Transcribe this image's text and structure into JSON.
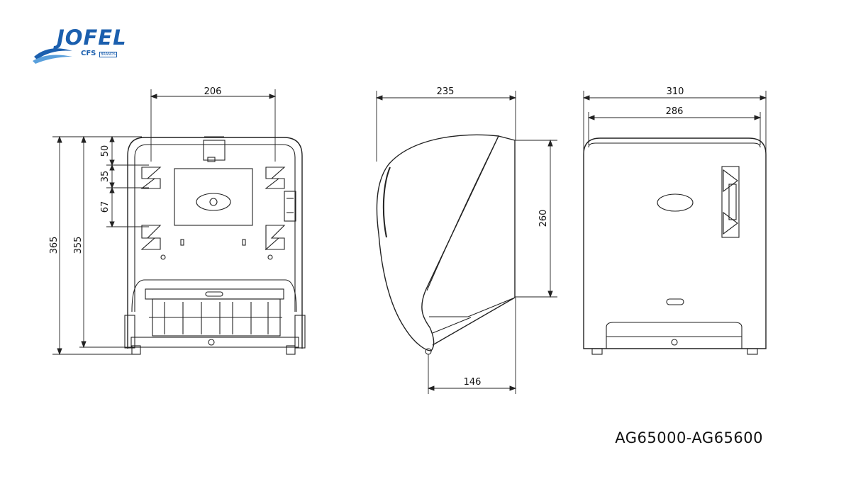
{
  "brand": {
    "name": "JOFEL",
    "sub": "CFS",
    "sub_small": "BRANDS",
    "color": "#1b5fae"
  },
  "model_code": "AG65000-AG65600",
  "dimensions": {
    "back_width": "206",
    "back_height_total": "365",
    "back_height_inner": "355",
    "slot_gap_1": "50",
    "slot_gap_2": "35",
    "slot_gap_3": "67",
    "side_depth": "235",
    "side_height": "260",
    "side_bottom": "146",
    "front_outer_width": "310",
    "front_inner_width": "286"
  }
}
